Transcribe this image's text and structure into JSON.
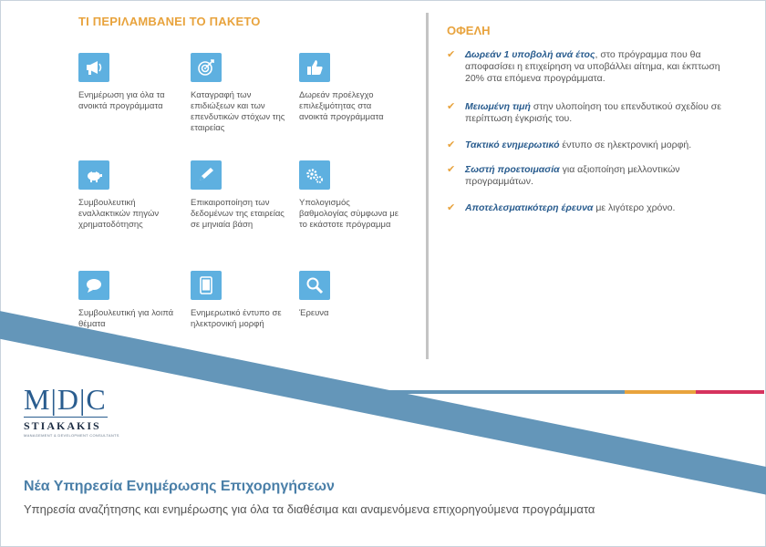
{
  "package": {
    "heading": "ΤΙ ΠΕΡΙΛΑΜΒΑΝΕΙ ΤΟ ΠΑΚΕΤΟ",
    "items": [
      {
        "icon": "megaphone-icon",
        "label": "Ενημέρωση για όλα τα ανοικτά προγράμματα"
      },
      {
        "icon": "target-icon",
        "label": "Καταγραφή των επιδιώξεων και των επενδυτικών στόχων της εταιρείας"
      },
      {
        "icon": "thumbs-up-icon",
        "label": "Δωρεάν προέλεγχο επιλεξιμότητας στα ανοικτά προγράμματα"
      },
      {
        "icon": "piggy-bank-icon",
        "label": "Συμβουλευτική εναλλακτικών πηγών χρηματοδότησης"
      },
      {
        "icon": "pencil-icon",
        "label": "Επικαιροποίηση των δεδομένων της εταιρείας σε μηνιαία βάση"
      },
      {
        "icon": "gears-icon",
        "label": "Υπολογισμός βαθμολογίας σύμφωνα με το εκάστοτε πρόγραμμα"
      },
      {
        "icon": "speech-bubble-icon",
        "label": "Συμβουλευτική για λοιπά θέματα"
      },
      {
        "icon": "tablet-icon",
        "label": "Ενημερωτικό έντυπο σε ηλεκτρονική μορφή"
      },
      {
        "icon": "magnifier-icon",
        "label": "Έρευνα"
      }
    ]
  },
  "benefits": {
    "heading": "ΟΦΕΛΗ",
    "check": "✔",
    "items": [
      {
        "bold": "Δωρεάν 1 υποβολή ανά έτος",
        "text": ", στο πρόγραμμα που θα αποφασίσει η επιχείρηση να υποβάλλει αίτημα, και έκπτωση 20% στα επόμενα προγράμματα."
      },
      {
        "bold": "Μειωμένη τιμή",
        "text": " στην υλοποίηση του επενδυτικού σχεδίου σε περίπτωση έγκρισής του."
      },
      {
        "bold": "Τακτικό ενημερωτικό",
        "text": " έντυπο σε ηλεκτρονική μορφή."
      },
      {
        "bold": "Σωστή προετοιμασία",
        "text": " για αξιοποίηση μελλοντικών προγραμμάτων."
      },
      {
        "bold": "Αποτελεσματικότερη έρευνα",
        "text": " με λιγότερο χρόνο."
      }
    ]
  },
  "logo": {
    "m": "M",
    "d": "D",
    "c": "C",
    "sep": "|",
    "name": "STIAKAKIS",
    "tagline": "MANAGEMENT & DEVELOPMENT CONSULTANTS"
  },
  "footer": {
    "title": "Νέα Υπηρεσία Ενημέρωσης Επιχορηγήσεων",
    "subtitle": "Υπηρεσία αναζήτησης και ενημέρωσης για όλα τα διαθέσιμα και αναμενόμενα επιχορηγούμενα προγράμματα"
  },
  "colors": {
    "accent_orange": "#e8a33d",
    "brand_blue": "#2a5d8f",
    "stripe_blue": "#6496b9",
    "tile_blue": "#5eb0e0",
    "bar_orange": "#e8a33d",
    "bar_pink": "#d6335e"
  }
}
